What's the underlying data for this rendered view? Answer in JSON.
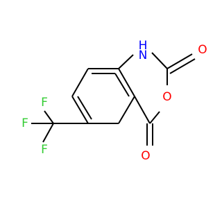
{
  "molecule": {
    "bond_color": "#000000",
    "atoms": [
      {
        "id": "N1",
        "label": "H",
        "sublabel": "N",
        "color": "#0000ff"
      },
      {
        "id": "O_carbonyl_2",
        "label": "O",
        "color": "#ff0000"
      },
      {
        "id": "O_ring_3",
        "label": "O",
        "color": "#ff0000"
      },
      {
        "id": "O_carbonyl_4",
        "label": "O",
        "color": "#ff0000"
      },
      {
        "id": "F_a",
        "label": "F",
        "color": "#33cc33"
      },
      {
        "id": "F_b",
        "label": "F",
        "color": "#33cc33"
      },
      {
        "id": "F_c",
        "label": "F",
        "color": "#33cc33"
      }
    ]
  }
}
